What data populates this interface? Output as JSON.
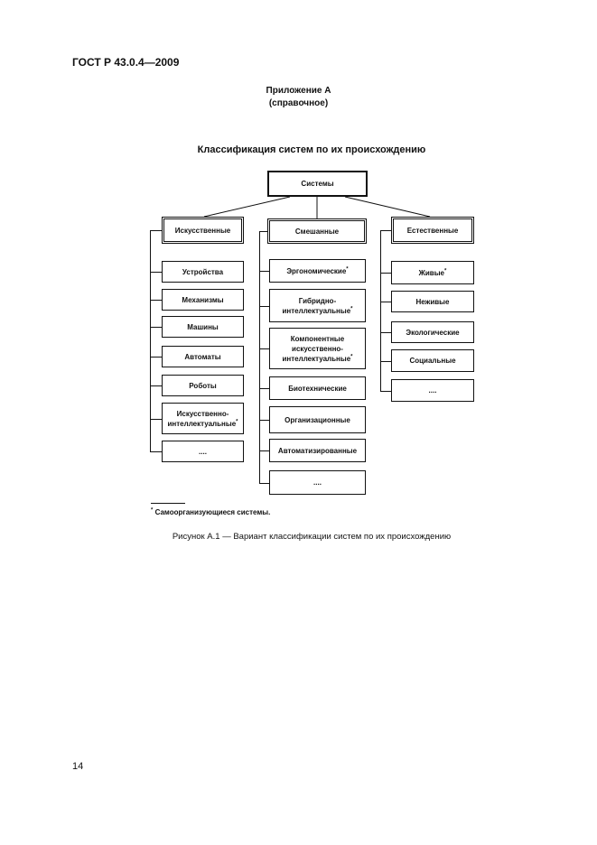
{
  "header": "ГОСТ Р 43.0.4—2009",
  "appendix": {
    "title": "Приложение А",
    "note": "(справочное)"
  },
  "figure_title": "Классификация систем по их происхождению",
  "diagram": {
    "root": "Системы",
    "branches": [
      {
        "label": "Искусственные",
        "items": [
          "Устройства",
          "Механизмы",
          "Машины",
          "Автоматы",
          "Роботы",
          "Искусственно-интеллектуальные",
          "...."
        ],
        "marks": [
          "",
          "",
          "",
          "",
          "",
          "*",
          ""
        ]
      },
      {
        "label": "Смешанные",
        "items": [
          "Эргономические",
          "Гибридно-интеллектуальные",
          "Компонентные искусственно-интеллектуальные",
          "Биотехнические",
          "Организационные",
          "Автоматизированные",
          "...."
        ],
        "marks": [
          "*",
          "*",
          "*",
          "",
          "",
          "",
          ""
        ]
      },
      {
        "label": "Естественные",
        "items": [
          "Живые",
          "Неживые",
          "Экологические",
          "Социальные",
          "...."
        ],
        "marks": [
          "*",
          "",
          "",
          "",
          ""
        ]
      }
    ]
  },
  "footnote": {
    "mark": "*",
    "text": " Самоорганизующиеся системы."
  },
  "caption": "Рисунок А.1 — Вариант классификации систем по их происхождению",
  "page_number": "14"
}
